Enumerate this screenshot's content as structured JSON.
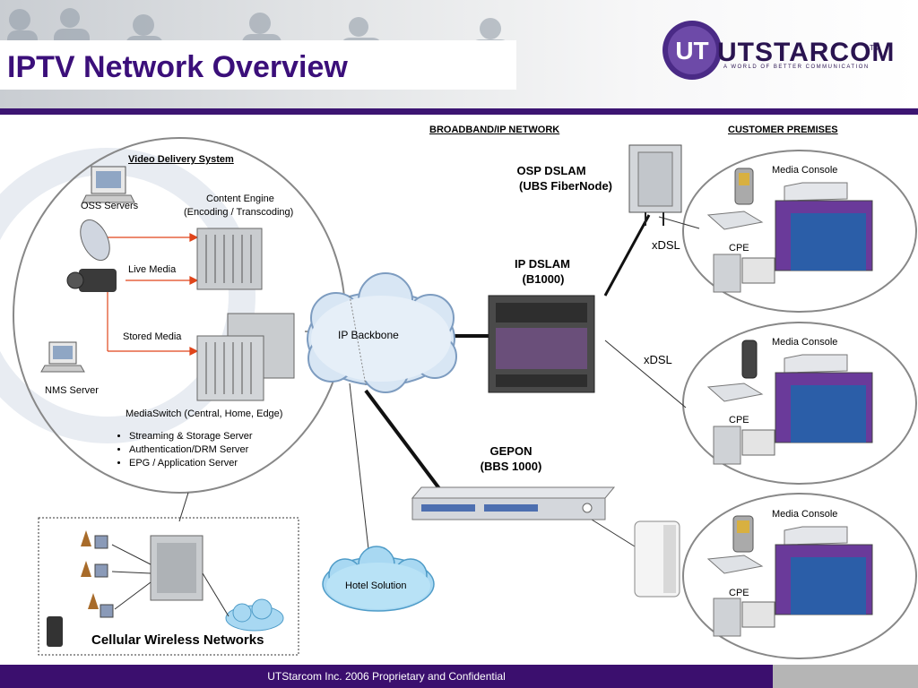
{
  "title": "IPTV Network Overview",
  "logo": {
    "text": "UTSTARCOM",
    "tm": "TM",
    "tagline": "A WORLD OF BETTER COMMUNICATION"
  },
  "footer": "UTStarcom Inc. 2006 Proprietary and Confidential",
  "sections": {
    "broadband": "BROADBAND/IP NETWORK",
    "customer": "CUSTOMER  PREMISES"
  },
  "video_delivery": {
    "heading": "Video Delivery System",
    "oss": "OSS Servers",
    "content_engine": [
      "Content Engine",
      "(Encoding / Transcoding)"
    ],
    "live_media": "Live Media",
    "stored_media": "Stored Media",
    "nms": "NMS Server",
    "mediaswitch": "MediaSwitch (Central, Home, Edge)",
    "bullets": [
      "Streaming & Storage Server",
      "Authentication/DRM Server",
      "EPG / Application Server"
    ]
  },
  "network": {
    "osp": [
      "OSP DSLAM",
      "(UBS FiberNode)"
    ],
    "ip_dslam": [
      "IP DSLAM",
      "(B1000)"
    ],
    "backbone": "IP Backbone",
    "gepon": [
      "GEPON",
      "(BBS 1000)"
    ],
    "xdsl1": "xDSL",
    "xdsl2": "xDSL",
    "hotel": "Hotel Solution",
    "cellular": "Cellular Wireless Networks"
  },
  "premises": [
    {
      "console": "Media Console",
      "cpe": "CPE"
    },
    {
      "console": "Media Console",
      "cpe": "CPE"
    },
    {
      "console": "Media Console",
      "cpe": "CPE"
    }
  ]
}
